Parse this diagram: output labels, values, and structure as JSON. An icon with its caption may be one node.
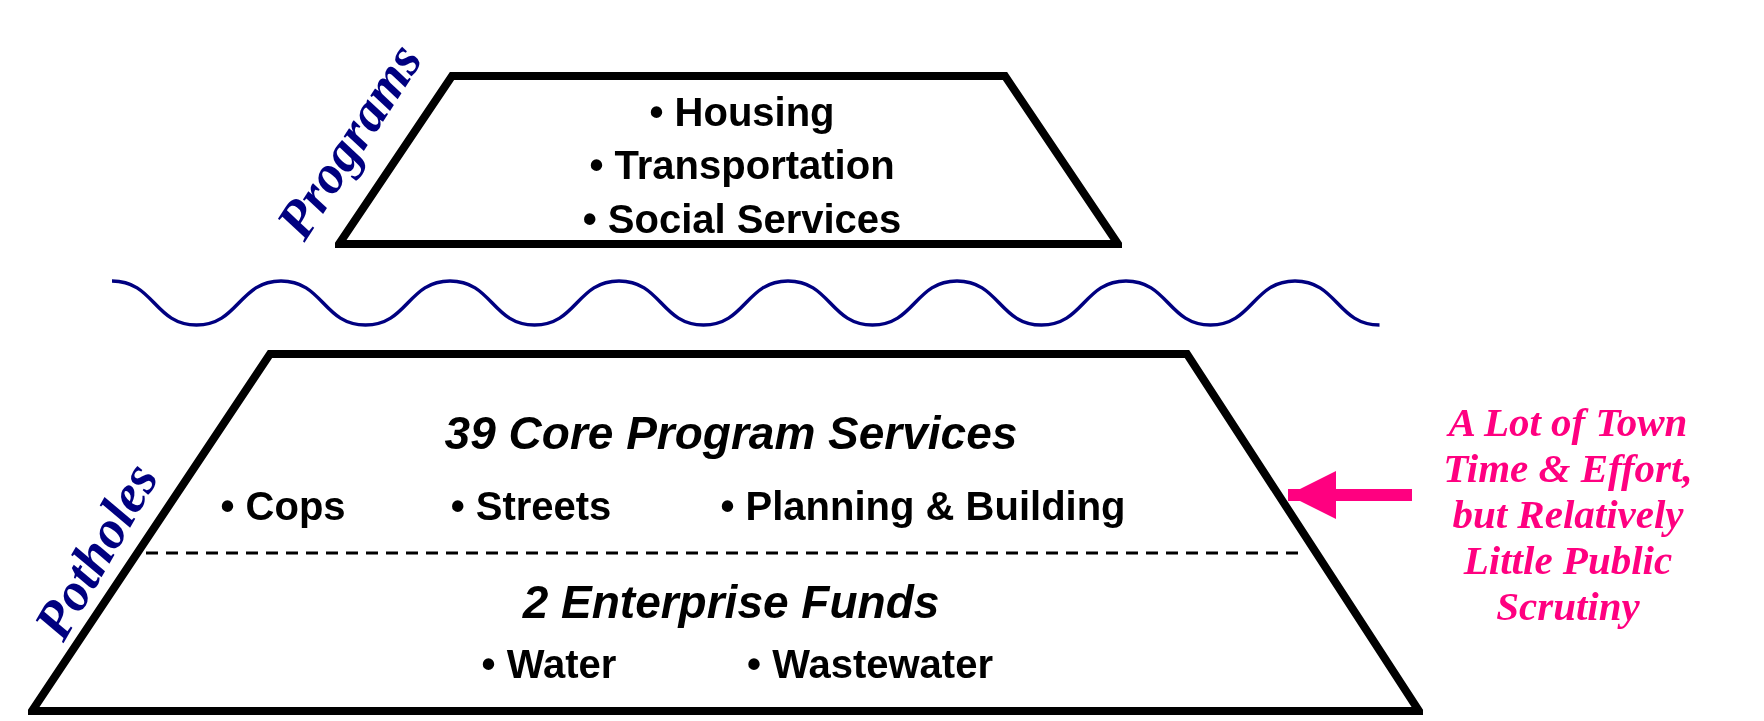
{
  "diagram": {
    "nodes": [
      {
        "text": [
          "• Housing",
          "• Transportation",
          "• Social Services"
        ],
        "beside": [
          "Programs"
        ]
      },
      {
        "text": [
          "39 Core Program Services",
          "• Cops",
          "• Streets",
          "• Planning & Building",
          "2 Enterprise Funds",
          "• Water",
          "• Wastewater"
        ],
        "beside": [
          "Potholes"
        ]
      },
      {
        "text": [
          "A Lot of Town Time & Effort, but Relatively Little Public Scrutiny"
        ]
      }
    ],
    "edges": [
      {
        "from": 2,
        "to": 1,
        "arrow": "to",
        "color": "#ff0080"
      }
    ]
  }
}
